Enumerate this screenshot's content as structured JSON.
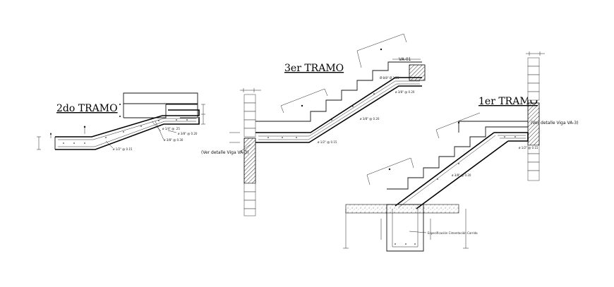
{
  "titles": {
    "tramo2": "2do TRAMO",
    "tramo3": "3er TRAMO",
    "tramo1": "1er TRAMO"
  },
  "notes": {
    "ver_detalle_left": "(Ver detalle Viga VA-3)",
    "ver_detalle_right": "(Ver detalle Viga VA-3)",
    "beam_tag": "VA-01"
  }
}
